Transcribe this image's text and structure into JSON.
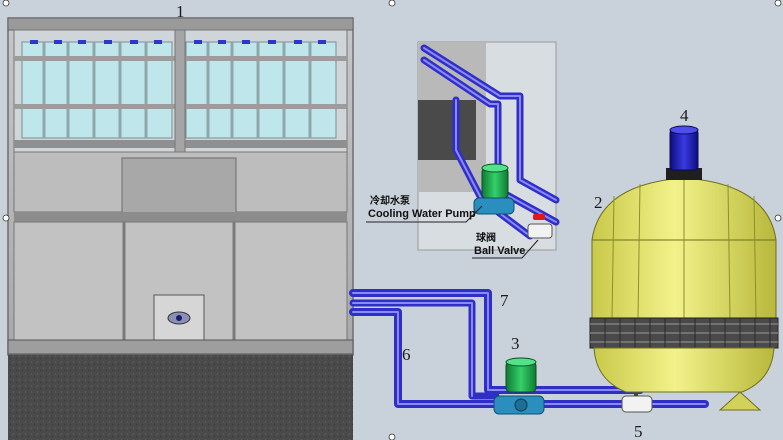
{
  "callouts": {
    "machine": "1",
    "tower": "2",
    "pump": "3",
    "motor": "4",
    "valve": "5",
    "outlet_pipe": "6",
    "inlet_pipe": "7"
  },
  "inset": {
    "pump_label_cn": "冷却水泵",
    "pump_label_en": "Cooling Water Pump",
    "valve_label_cn": "球阀",
    "valve_label_en": "Ball Valve"
  },
  "colors": {
    "pipe": "#3b3bdc",
    "pipe_highlight": "#8a8aff",
    "tower_body": "#e3e36f",
    "tower_band": "#4a4a4a",
    "pump_green": "#1fa84a",
    "motor_blue": "#1a1ab8",
    "valve_red": "#e01a1a",
    "ice_cyan": "#bfe6ea",
    "steel": "#b9b9b9",
    "floor": "#4b4b4b"
  }
}
